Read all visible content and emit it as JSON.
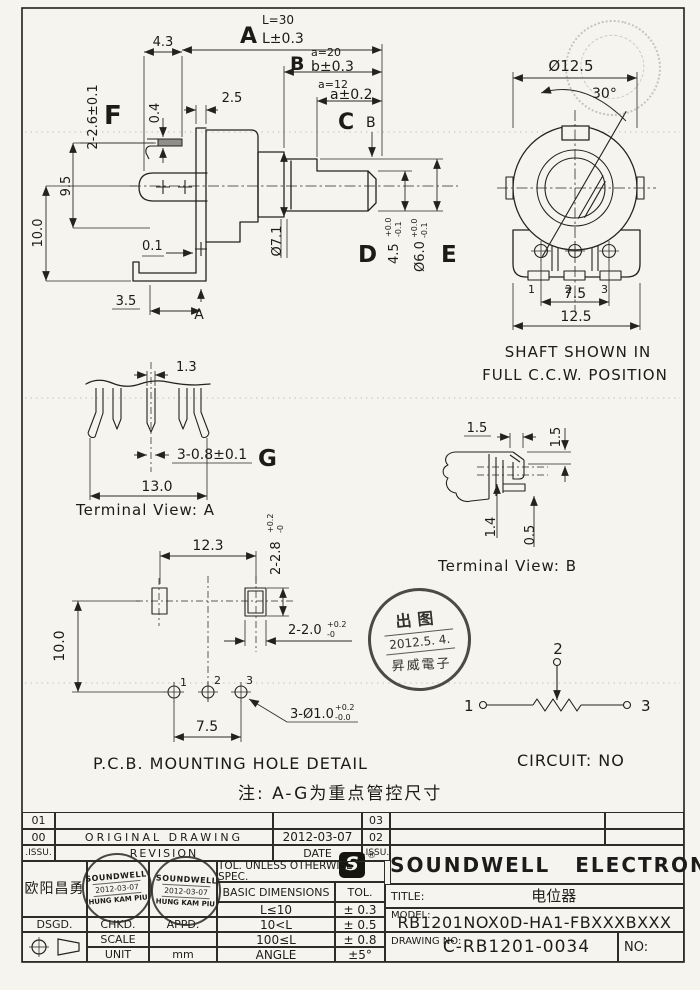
{
  "sheet": {
    "note": "注: A-G为重点管控尺寸"
  },
  "side_view": {
    "dim_43": "4.3",
    "a_label": "A",
    "a_top": "L=30",
    "a_tol": "L±0.3",
    "b_label": "B",
    "b_top": "a=20",
    "b_tol": "b±0.3",
    "c_top": "a=12",
    "c_tol": "a±0.2",
    "c_label": "C",
    "c_b_label": "B",
    "f_label": "F",
    "f_dim": "2-2.6±0.1",
    "dim_04": "0.4",
    "dim_25": "2.5",
    "dim_95": "9.5",
    "dim_100": "10.0",
    "dim_01": "0.1",
    "dim_35": "3.5",
    "a_arrow": "A",
    "dia_71": "Ø7.1",
    "d_label": "D",
    "d_dim": "4.5",
    "d_tol_u": "+0.0",
    "d_tol_l": "-0.1",
    "e_label": "E",
    "e_dim": "Ø6.0",
    "e_tol_u": "+0.0",
    "e_tol_l": "-0.1"
  },
  "front_view": {
    "dia": "Ø12.5",
    "angle": "30°",
    "pin1": "1",
    "pin2": "2",
    "pin3": "3",
    "dim_75": "7.5",
    "dim_125": "12.5",
    "cap1": "SHAFT SHOWN IN",
    "cap2": "FULL C.C.W. POSITION"
  },
  "terminal_a": {
    "dim_13": "1.3",
    "dim_08": "3-0.8±0.1",
    "g_label": "G",
    "dim_130": "13.0",
    "caption": "Terminal View: A"
  },
  "terminal_b": {
    "dim_15t": "1.5",
    "dim_15r": "1.5",
    "dim_14": "1.4",
    "dim_05": "0.5",
    "caption": "Terminal View: B"
  },
  "pcb": {
    "dim_123": "12.3",
    "slot_v": "2-2.8",
    "slot_v_u": "+0.2",
    "slot_v_l": "-0",
    "dim_100": "10.0",
    "slot_h": "2-2.0",
    "slot_h_u": "+0.2",
    "slot_h_l": "-0",
    "pin1": "1",
    "pin2": "2",
    "pin3": "3",
    "dim_75": "7.5",
    "holes": "3-Ø1.0",
    "holes_u": "+0.2",
    "holes_l": "-0.0",
    "caption": "P.C.B. MOUNTING HOLE DETAIL"
  },
  "release_stamp": {
    "line1": "出图",
    "line2": "2012.5. 4.",
    "line3": "昇威電子"
  },
  "circuit": {
    "p1": "1",
    "p2": "2",
    "p3": "3",
    "caption": "CIRCUIT: NO"
  },
  "tb": {
    "r1_no": "01",
    "r1_right": "03",
    "r2_no": "00",
    "r2_desc": "ORIGINAL DRAWING",
    "r2_date": "2012-03-07",
    "r2_right": "02",
    "h_issu": ".ISSU.",
    "h_rev": "REVISION",
    "h_date": "DATE",
    "h_issu2": ".ISSU.",
    "brand": "SOUNDWELL ELECTRONIC",
    "brand_reg": "®",
    "brand_s": "S",
    "title_label": "TITLE:",
    "title_value": "电位器",
    "model_label": "MODEL:",
    "model_value": "RB1201NOX0D-HA1-FBXXXBXXX",
    "dwg_label": "DRAWING NO:",
    "dwg_value": "C-RB1201-0034",
    "no_label": "NO:",
    "tol_header": "TOL. UNLESS OTHERWISE SPEC.",
    "tol_c1": "BASIC DIMENSIONS",
    "tol_c2": "TOL.",
    "tol_rows": [
      [
        "L≤10",
        "± 0.3"
      ],
      [
        "10<L",
        "± 0.5"
      ],
      [
        "100≤L",
        "± 0.8"
      ],
      [
        "ANGLE",
        "±5°"
      ]
    ],
    "designer": "欧阳昌勇",
    "dsgd": "DSGD.",
    "chkd": "CHKD.",
    "appd": "APPD.",
    "scale": "SCALE",
    "unit": "UNIT",
    "unit_val": "mm",
    "stamp_co": "SOUNDWELL",
    "stamp_date": "2012-03-07",
    "stamp_name": "HUNG KAM PIU"
  }
}
